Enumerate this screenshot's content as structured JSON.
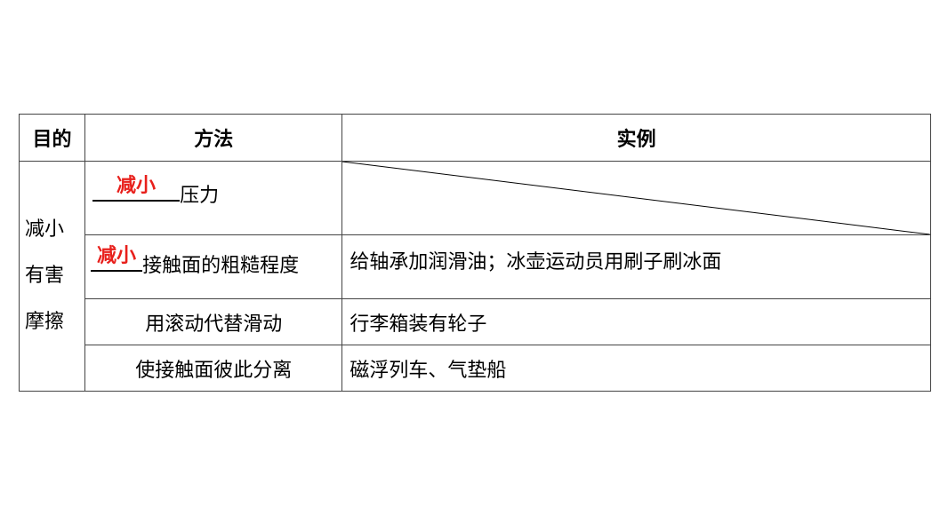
{
  "table": {
    "headers": [
      "目的",
      "方法",
      "实例"
    ],
    "purpose": [
      "减小",
      "有害",
      "摩擦"
    ],
    "rows": [
      {
        "answer": "减小",
        "method_text": "压力",
        "example": ""
      },
      {
        "answer": "减小",
        "method_text": "接触面的粗糙程度",
        "example": "给轴承加润滑油；冰壶运动员用刷子刷冰面"
      },
      {
        "method_text": "用滚动代替滑动",
        "example": "行李箱装有轮子"
      },
      {
        "method_text": "使接触面彼此分离",
        "example": "磁浮列车、气垫船"
      }
    ]
  },
  "colors": {
    "answer": "#e8201c",
    "border": "#444444"
  }
}
